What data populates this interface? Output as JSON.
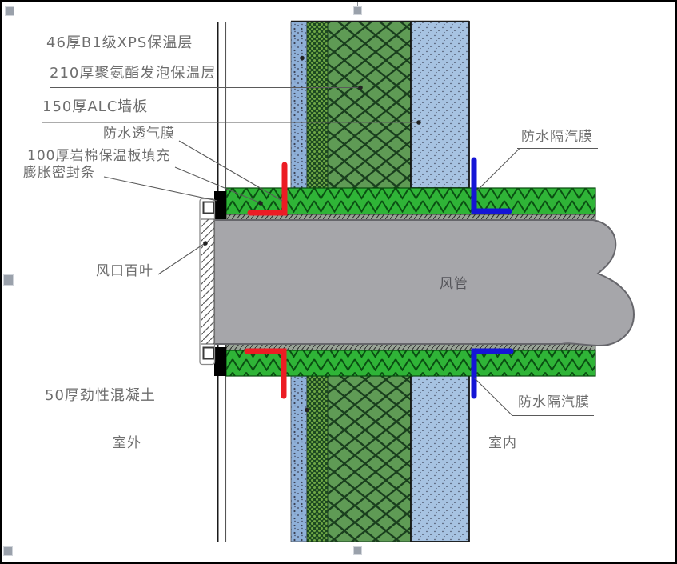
{
  "wall_labels": {
    "xps": "46厚B1级XPS保温层",
    "pu_foam": "210厚聚氨酯发泡保温层",
    "alc": "150厚ALC墙板",
    "breathable_membrane": "防水透气膜",
    "rockwool_fill": "100厚岩棉保温板填充",
    "expansion_seal": "膨胀密封条",
    "louver": "风口百叶",
    "rigid_concrete": "50厚劲性混凝土"
  },
  "right_labels": {
    "vapor_membrane_top": "防水隔汽膜",
    "vapor_membrane_bottom": "防水隔汽膜"
  },
  "zones": {
    "outdoor": "室外",
    "duct": "风管",
    "indoor": "室内"
  },
  "colors": {
    "label_text": "#6e6e6e",
    "leader": "#5a5a5a",
    "xps_blue": "#8fb0d8",
    "concrete_green_dark": "#1d4a21",
    "concrete_dot": "#6fa845",
    "pu_green": "#5f9b55",
    "pu_line": "#1a3f1e",
    "alc_blue": "#a7c3e2",
    "speckle": "#3a3f52",
    "wool_green": "#2fb437",
    "wool_line": "#0a4f12",
    "hatch_base": "#98a396",
    "duct_gray": "#a6a6aa",
    "duct_edge": "#66666b",
    "membrane_red": "#ec1c24",
    "membrane_blue": "#1515d6",
    "handle_gray": "#9aa1ab",
    "frame_black": "#000000"
  }
}
